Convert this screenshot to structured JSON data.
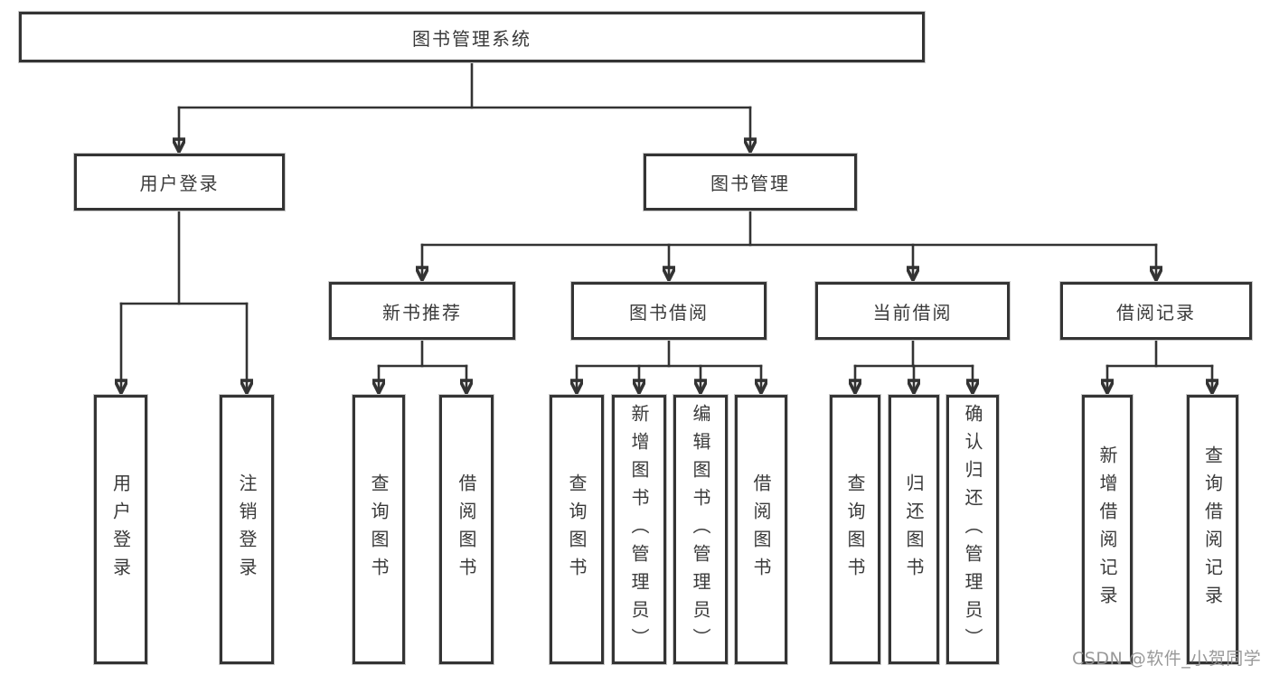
{
  "diagram": {
    "title": "图书管理系统",
    "branches": [
      {
        "label": "用户登录",
        "children": [
          {
            "label": "用户登录"
          },
          {
            "label": "注销登录"
          }
        ]
      },
      {
        "label": "图书管理",
        "children": [
          {
            "label": "新书推荐",
            "children": [
              {
                "label": "查询图书"
              },
              {
                "label": "借阅图书"
              }
            ]
          },
          {
            "label": "图书借阅",
            "children": [
              {
                "label": "查询图书"
              },
              {
                "label": "新增图书（管理员）"
              },
              {
                "label": "编辑图书（管理员）"
              },
              {
                "label": "借阅图书"
              }
            ]
          },
          {
            "label": "当前借阅",
            "children": [
              {
                "label": "查询图书"
              },
              {
                "label": "归还图书"
              },
              {
                "label": "确认归还（管理员）"
              }
            ]
          },
          {
            "label": "借阅记录",
            "children": [
              {
                "label": "新增借阅记录"
              },
              {
                "label": "查询借阅记录"
              }
            ]
          }
        ]
      }
    ]
  },
  "colors": {
    "line": "#333333",
    "box_border": "#343434",
    "box_fill": "#ffffff",
    "text": "#3a3a3a",
    "watermark": "#949494"
  },
  "watermark": "CSDN @软件_小贺同学"
}
